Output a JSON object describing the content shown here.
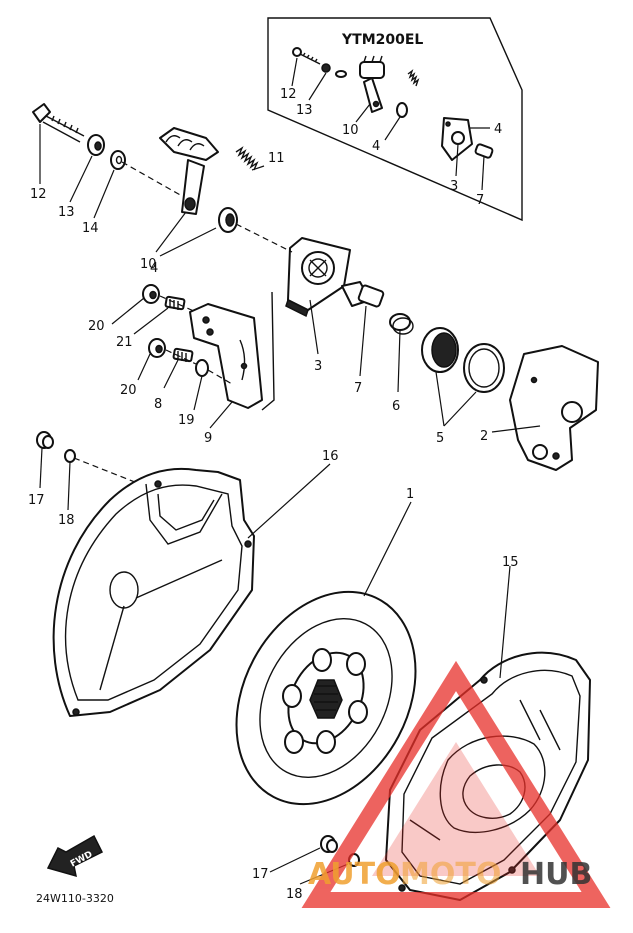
{
  "inset": {
    "title": "YTM200EL",
    "labels": [
      "12",
      "13",
      "10",
      "4",
      "4",
      "3",
      "7"
    ]
  },
  "callouts": {
    "p1": "1",
    "p2": "2",
    "p3": "3",
    "p4": "4",
    "p5": "5",
    "p6": "6",
    "p7": "7",
    "p8": "8",
    "p9": "9",
    "p10": "10",
    "p11": "11",
    "p12": "12",
    "p13": "13",
    "p14": "14",
    "p15": "15",
    "p16": "16",
    "p17a": "17",
    "p17b": "17",
    "p18a": "18",
    "p18b": "18",
    "p19": "19",
    "p20a": "20",
    "p20b": "20",
    "p21": "21"
  },
  "fwd_badge": "FWD",
  "diagram_code": "24W110-3320",
  "watermark": {
    "text_left": "AUTO",
    "text_mid": "MOTO",
    "text_right": "HUB",
    "accent_color": "#e8302a",
    "text_color": "#f0a030",
    "dark_color": "#333333"
  }
}
